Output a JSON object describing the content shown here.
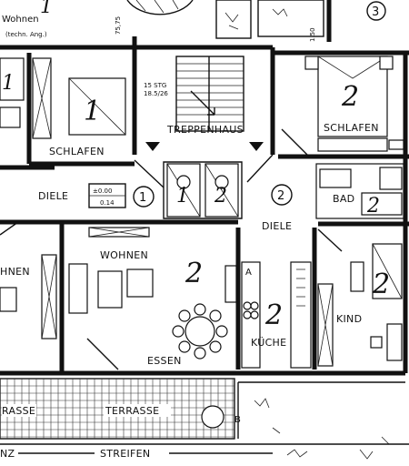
{
  "header": {
    "wohnen": "Wohnen",
    "techn": "(techn. Ang.)",
    "dim_left": "75,75",
    "dim_right": "1.50",
    "unit_top_right": "3"
  },
  "rooms": {
    "schlafen_left": "SCHLAFEN",
    "treppenhaus": "TREPPENHAUS",
    "schlafen_right": "SCHLAFEN",
    "diele_left": "DIELE",
    "diele_right": "DIELE",
    "wohnen": "WOHNEN",
    "wohnen_cut": "HNEN",
    "essen": "ESSEN",
    "kueche": "KÜCHE",
    "bad": "BAD",
    "kind": "KIND",
    "terrasse_left": "RASSE",
    "terrasse": "TERRASSE",
    "streifen": "STREIFEN",
    "streifen_prefix": "NZ"
  },
  "stairs": {
    "count": "15 STG",
    "ratio": "18.5/26"
  },
  "level": {
    "top": "±0.00",
    "bottom": "0.14"
  },
  "unit_markers": {
    "one": "1",
    "two": "2"
  },
  "handwritten": {
    "schlafen_left": "1",
    "bath_left": "1",
    "wc_left": "1",
    "wc_right": "2",
    "schlafen_right": "2",
    "bad": "2",
    "wohnen": "2",
    "kueche": "2",
    "kind": "2",
    "top_left": "1"
  },
  "kitchen_marks": {
    "a": "A",
    "b": "B"
  }
}
